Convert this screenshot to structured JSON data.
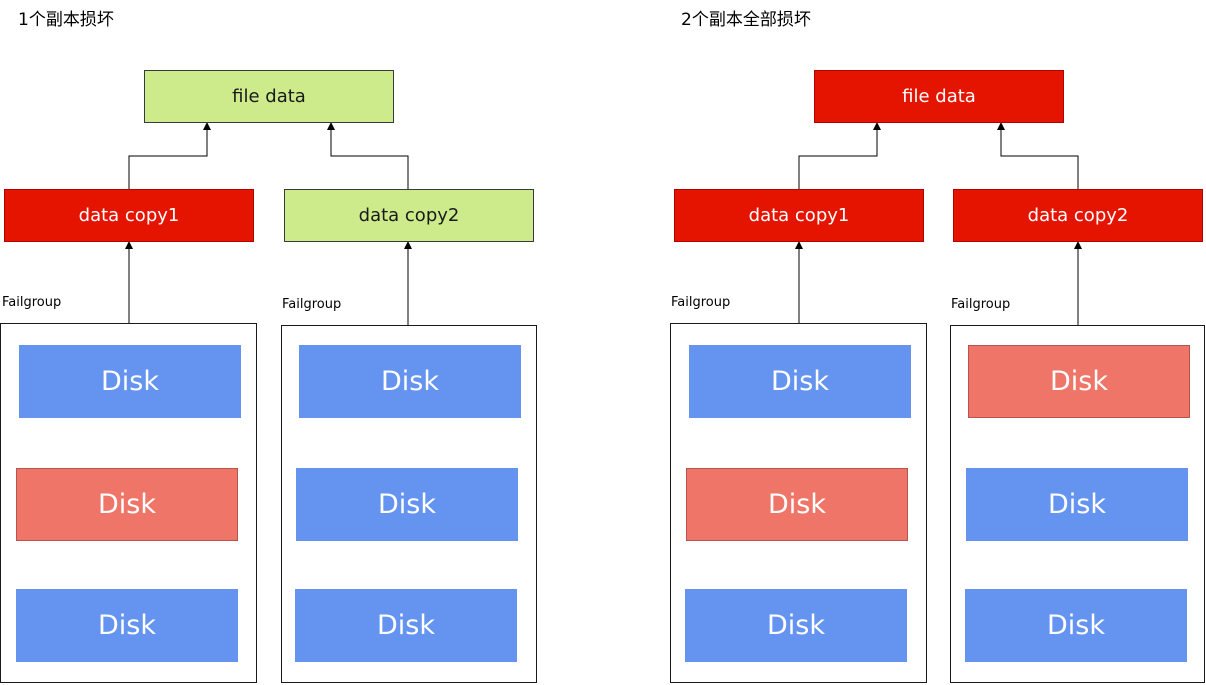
{
  "scenarios": [
    {
      "title": "1个副本损坏",
      "file_box": {
        "label": "file data",
        "status": "ok"
      },
      "copies": [
        {
          "label": "data copy1",
          "status": "failed",
          "failgroup": {
            "label": "Failgroup",
            "disks": [
              {
                "label": "Disk",
                "status": "ok"
              },
              {
                "label": "Disk",
                "status": "failed"
              },
              {
                "label": "Disk",
                "status": "ok"
              }
            ]
          }
        },
        {
          "label": "data copy2",
          "status": "ok",
          "failgroup": {
            "label": "Failgroup",
            "disks": [
              {
                "label": "Disk",
                "status": "ok"
              },
              {
                "label": "Disk",
                "status": "ok"
              },
              {
                "label": "Disk",
                "status": "ok"
              }
            ]
          }
        }
      ]
    },
    {
      "title": "2个副本全部损坏",
      "file_box": {
        "label": "file data",
        "status": "failed"
      },
      "copies": [
        {
          "label": "data copy1",
          "status": "failed",
          "failgroup": {
            "label": "Failgroup",
            "disks": [
              {
                "label": "Disk",
                "status": "ok"
              },
              {
                "label": "Disk",
                "status": "failed"
              },
              {
                "label": "Disk",
                "status": "ok"
              }
            ]
          }
        },
        {
          "label": "data copy2",
          "status": "failed",
          "failgroup": {
            "label": "Failgroup",
            "disks": [
              {
                "label": "Disk",
                "status": "failed"
              },
              {
                "label": "Disk",
                "status": "ok"
              },
              {
                "label": "Disk",
                "status": "ok"
              }
            ]
          }
        }
      ]
    }
  ],
  "colors": {
    "ok_box": "#cdeb8b",
    "failed_box": "#e51400",
    "disk_ok": "#6494f0",
    "disk_failed": "#ee7568"
  }
}
